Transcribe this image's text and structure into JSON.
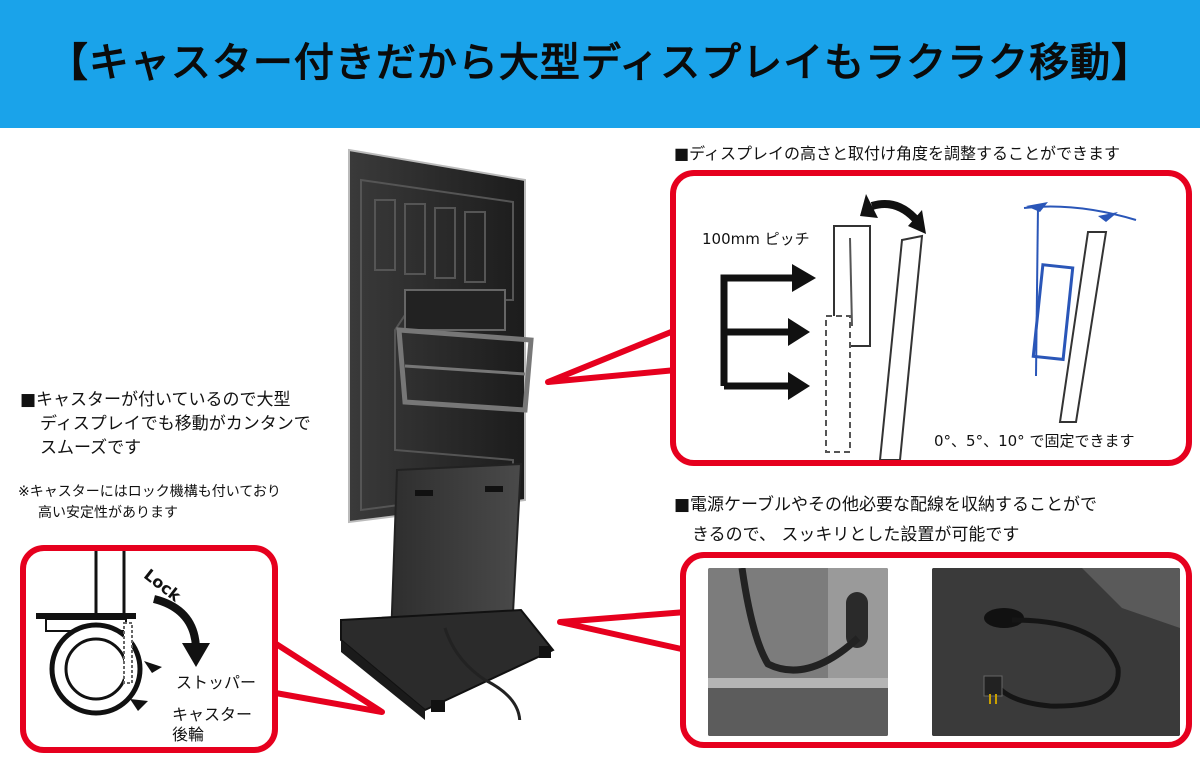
{
  "banner": {
    "title": "【キャスター付きだから大型ディスプレイもラクラク移動】"
  },
  "left_text": {
    "bullet": "■キャスターが付いているので大型",
    "line2": "ディスプレイでも移動がカンタンで",
    "line3": "スムーズです",
    "note1": "※キャスターにはロック機構も付いており",
    "note2": "高い安定性があります"
  },
  "caster_callout": {
    "lock_label": "Lock",
    "stopper_label": "ストッパー",
    "caster_label_1": "キャスター",
    "caster_label_2": "後輪"
  },
  "adjust_section": {
    "heading": "■ディスプレイの高さと取付け角度を調整することができます",
    "pitch_label": "100mm ピッチ",
    "angle_label": "0°、5°、10° で固定できます"
  },
  "cable_section": {
    "line1": "■電源ケーブルやその他必要な配線を収納することがで",
    "line2": "きるので、 スッキリとした設置が可能です"
  },
  "colors": {
    "banner": "#1aa3ea",
    "callout_border": "#e6001e",
    "arrow_blue": "#2a56b8"
  }
}
